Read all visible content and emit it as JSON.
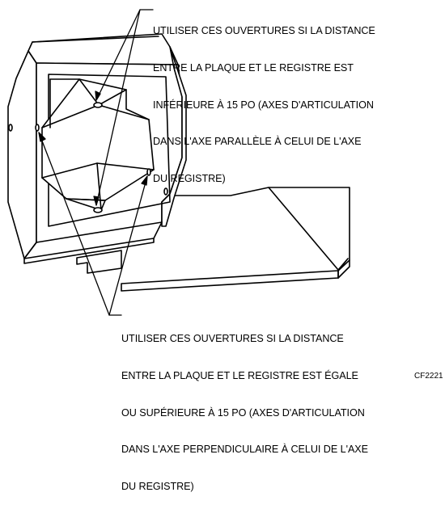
{
  "figure": {
    "callout_top": [
      "UTILISER CES OUVERTURES SI LA DISTANCE",
      "ENTRE LA PLAQUE ET LE REGISTRE EST",
      "INFÉRIEURE À 15 PO (AXES D'ARTICULATION",
      "DANS L'AXE PARALLÈLE À CELUI DE L'AXE",
      "DU REGISTRE)"
    ],
    "callout_bottom": [
      "UTILISER CES OUVERTURES SI LA DISTANCE",
      "ENTRE LA PLAQUE ET LE REGISTRE EST ÉGALE",
      "OU SUPÉRIEURE À 15 PO (AXES D'ARTICULATION",
      "DANS L'AXE PERPENDICULAIRE À CELUI DE L'AXE",
      "DU REGISTRE)"
    ],
    "reference_code": "CF2221"
  },
  "colors": {
    "line": "#000000",
    "background": "#ffffff"
  }
}
